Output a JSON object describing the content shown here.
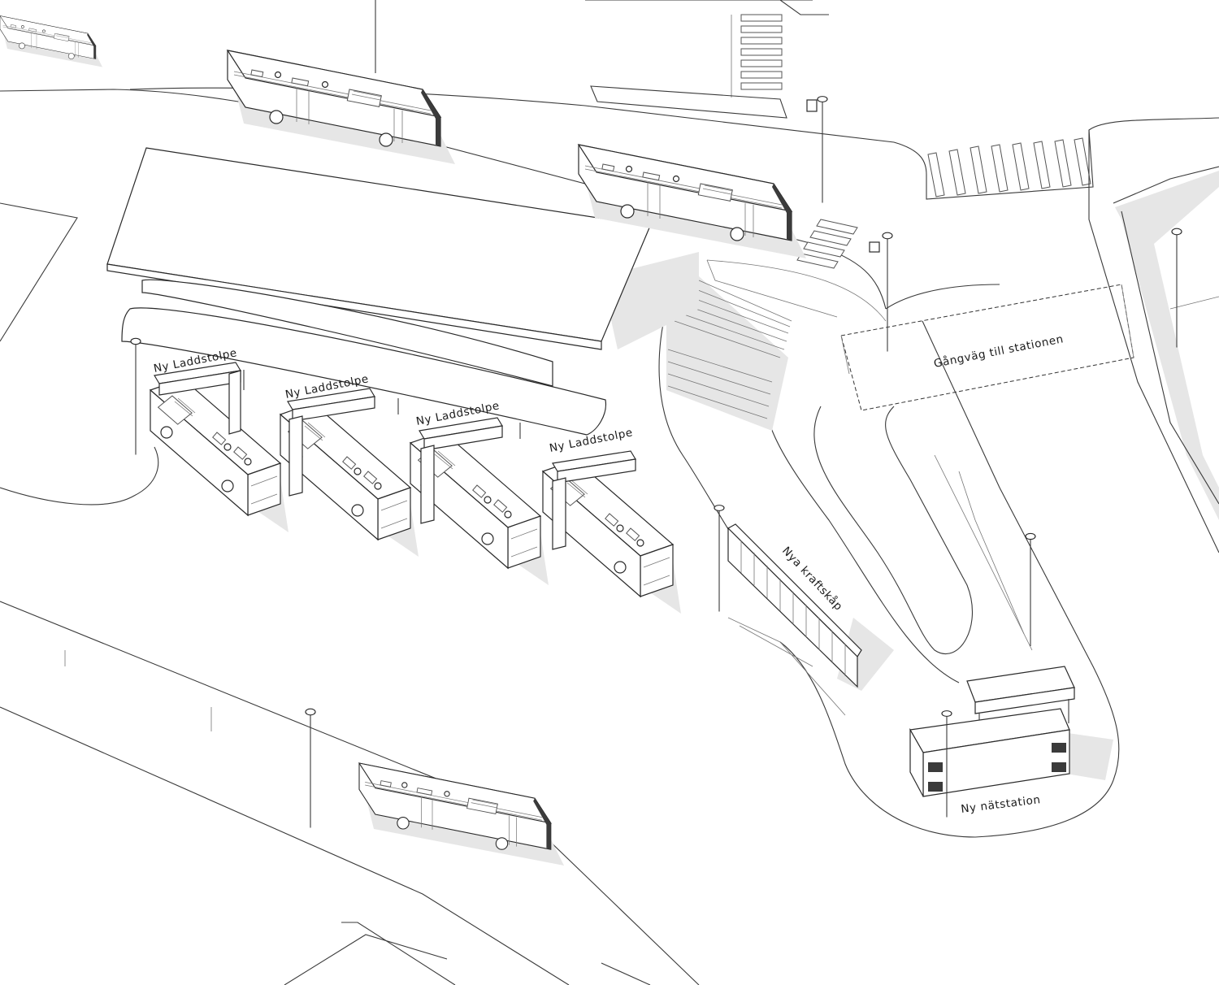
{
  "labels": {
    "charger_1": "Ny Laddstolpe",
    "charger_2": "Ny Laddstolpe",
    "charger_3": "Ny Laddstolpe",
    "charger_4": "Ny Laddstolpe",
    "walkway": "Gångväg till stationen",
    "power_cabinets": "Nya kraftskåp",
    "substation": "Ny nätstation"
  }
}
